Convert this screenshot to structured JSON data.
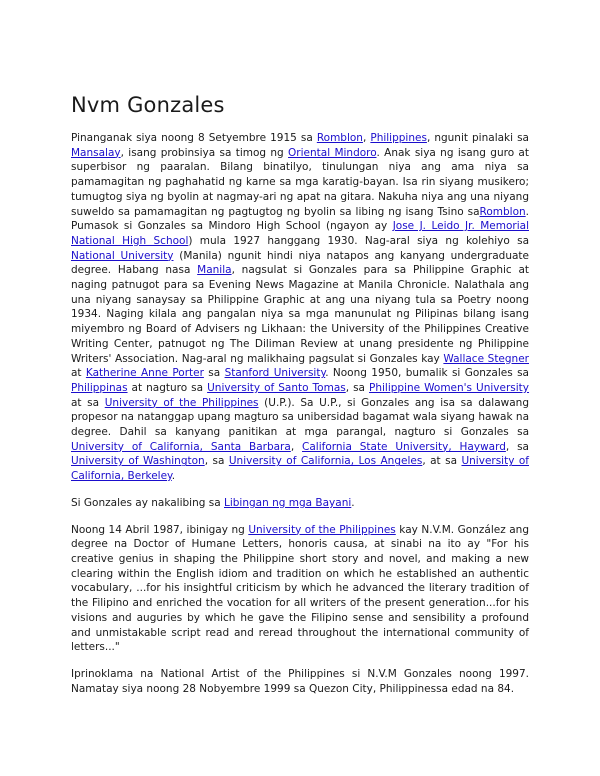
{
  "title": "Nvm  Gonzales",
  "p1": {
    "t1": "Pinanganak siya noong 8 Setyembre 1915 sa ",
    "l1": "Romblon",
    "t2": ", ",
    "l2": "Philippines",
    "t3": ", ngunit pinalaki sa ",
    "l3": "Mansalay",
    "t4": ", isang probinsiya sa timog ng ",
    "l4": "Oriental Mindoro",
    "t5": ". Anak siya ng isang guro at superbisor ng paaralan. Bilang binatilyo, tinulungan niya ang ama niya sa pamamagitan ng paghahatid ng karne sa mga karatig-bayan. Isa rin siyang musikero; tumugtog siya ng byolin at nagmay-ari ng apat na gitara. Nakuha niya ang una niyang suweldo sa pamamagitan ng pagtugtog ng byolin sa libing ng isang Tsino sa",
    "l5": "Romblon",
    "t6": ". Pumasok si Gonzales sa Mindoro High School (ngayon ay ",
    "l6": "Jose J. Leido Jr. Memorial National High School",
    "t7": ") mula 1927 hanggang 1930. Nag-aral siya ng kolehiyo sa ",
    "l7": "National University",
    "t8": " (Manila) ngunit hindi niya natapos ang kanyang undergraduate degree. Habang nasa ",
    "l8": "Manila",
    "t9": ", nagsulat si Gonzales para sa Philippine Graphic at naging patnugot para sa Evening News Magazine at Manila Chronicle. Nalathala ang una niyang sanaysay sa Philippine Graphic at ang una niyang tula sa Poetry noong 1934. Naging kilala ang pangalan niya sa mga manunulat ng Pilipinas bilang isang miyembro ng Board of Advisers ng Likhaan: the University of the Philippines Creative Writing Center, patnugot ng The Diliman Review at unang presidente ng Philippine Writers' Association. Nag-aral ng malikhaing pagsulat si Gonzales kay ",
    "l9": "Wallace Stegner",
    "t10": " at ",
    "l10": "Katherine Anne Porter",
    "t11": " sa ",
    "l11": "Stanford University",
    "t12": ". Noong 1950, bumalik si Gonzales sa ",
    "l12": "Philippinas",
    "t13": " at nagturo sa ",
    "l13": "University of Santo Tomas",
    "t14": ", sa ",
    "l14": "Philippine Women's University",
    "t15": " at sa ",
    "l15": "University of the Philippines",
    "t16": " (U.P.). Sa U.P., si Gonzales ang isa sa dalawang propesor na natanggap upang magturo sa unibersidad bagamat wala siyang hawak na degree. Dahil sa kanyang panitikan at mga parangal, nagturo si Gonzales sa ",
    "l16": "University of California, Santa Barbara",
    "t17": ", ",
    "l17": "California State University, Hayward",
    "t18": ", sa ",
    "l18": "University of Washington",
    "t19": ", sa ",
    "l19": "University of California, Los Angeles",
    "t20": ", at sa ",
    "l20": "University of California, Berkeley",
    "t21": "."
  },
  "p2": {
    "t1": "Si Gonzales ay nakalibing sa ",
    "l1": "Libingan ng mga Bayani",
    "t2": "."
  },
  "p3": {
    "t1": "Noong 14 Abril 1987, ibinigay ng ",
    "l1": "University of the Philippines",
    "t2": " kay N.V.M. González ang degree na Doctor of Humane Letters, honoris causa, at sinabi na ito ay \"For his creative genius in shaping the Philippine short story and novel, and making a new clearing within the English idiom and tradition on which he established an authentic vocabulary, ...for his insightful criticism by which he advanced the literary tradition of the Filipino and enriched the vocation for all writers of the present generation...for his visions and auguries by which he gave the Filipino sense and sensibility a profound and unmistakable script read and reread throughout the international community of letters...\""
  },
  "p4": {
    "t1": "Iprinoklama na National Artist of the Philippines si N.V.M Gonzales noong 1997. Namatay siya noong 28 Nobyembre 1999 sa Quezon City, Philippinessa edad na 84."
  },
  "colors": {
    "link": "#1a0dcc",
    "text": "#1a1a1a",
    "background": "#ffffff"
  }
}
